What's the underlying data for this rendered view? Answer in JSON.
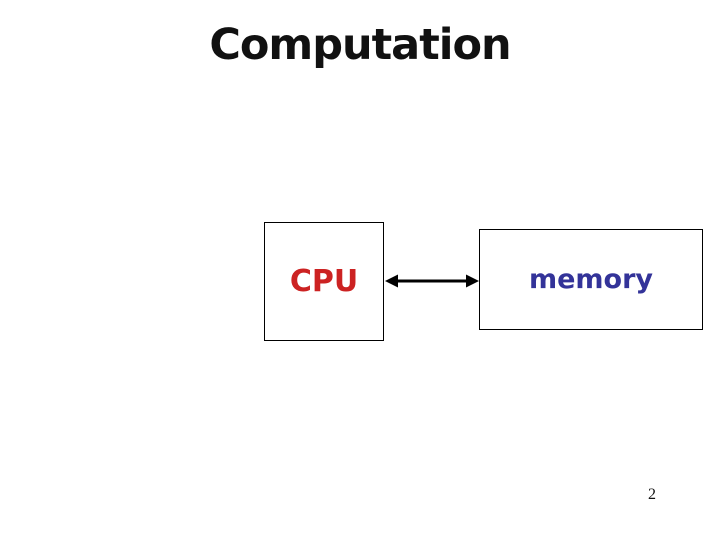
{
  "slide": {
    "title": "Computation",
    "page_number": "2",
    "colors": {
      "background": "#ffffff",
      "title": "#111111",
      "cpu_label": "#cc2222",
      "memory_label": "#333399",
      "box_border": "#000000",
      "box_fill": "#ffffff",
      "arrow": "#000000",
      "page_number": "#111111"
    },
    "diagram": {
      "cpu_box": {
        "label": "CPU"
      },
      "memory_box": {
        "label": "memory"
      },
      "arrow": {
        "style": "double-headed horizontal connector between CPU and memory"
      }
    }
  }
}
